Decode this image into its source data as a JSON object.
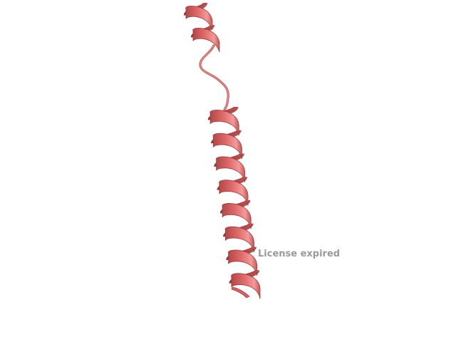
{
  "viewer": {
    "background_color": "#ffffff",
    "ribbon_color": "#e06a6a",
    "ribbon_shadow_color": "#b04848",
    "ribbon_highlight_color": "#f4a0a0",
    "watermark_text": "License expired",
    "watermark_color": "#9a9a9a"
  },
  "structure": {
    "kind": "protein-cartoon",
    "segments": [
      "helix-short",
      "coil-loop",
      "helix-long"
    ],
    "short_helix_turns": 2,
    "long_helix_turns": 8
  }
}
